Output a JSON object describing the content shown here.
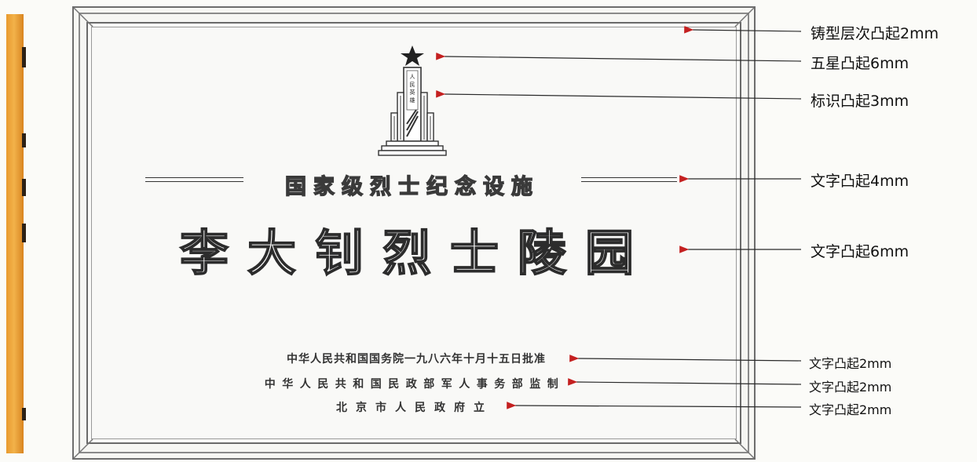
{
  "plaque": {
    "header": "国家级烈士纪念设施",
    "title": "李大钊烈士陵园",
    "lines": [
      "中华人民共和国国务院一九八六年十月十五日批准",
      "中华人民共和国民政部军人事务部监制",
      "北京市人民政府立"
    ]
  },
  "annotations": [
    {
      "label": "铸型层次凸起2mm",
      "target": "plaque-border"
    },
    {
      "label": "五星凸起6mm",
      "target": "star"
    },
    {
      "label": "标识凸起3mm",
      "target": "emblem"
    },
    {
      "label": "文字凸起4mm",
      "target": "header-text"
    },
    {
      "label": "文字凸起6mm",
      "target": "title-text"
    },
    {
      "label": "文字凸起2mm",
      "target": "line1"
    },
    {
      "label": "文字凸起2mm",
      "target": "line2"
    },
    {
      "label": "文字凸起2mm",
      "target": "line3"
    }
  ],
  "colors": {
    "arrow": "#c42020",
    "side_strip": "#ee9f32",
    "ink": "#2c2c2c"
  },
  "icons": {
    "emblem": "monument-star-emblem-icon"
  }
}
